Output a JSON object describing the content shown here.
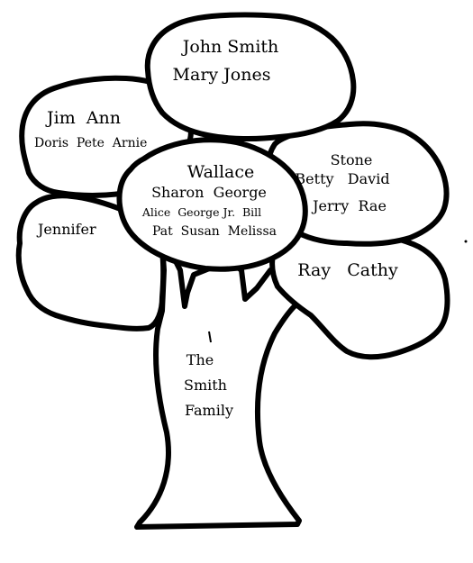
{
  "tree": {
    "title_lines": [
      "The",
      "Smith",
      "Family"
    ],
    "clusters": {
      "top": {
        "lines": [
          "John Smith",
          "Mary Jones"
        ]
      },
      "left": {
        "lines": [
          "Jim  Ann",
          "Doris  Pete  Arnie"
        ]
      },
      "center": {
        "lines": [
          "Wallace",
          "Sharon  George",
          "Alice  George Jr.  Bill",
          "Pat  Susan  Melissa"
        ]
      },
      "right": {
        "lines": [
          "Stone",
          "Betty   David",
          "Jerry  Rae"
        ]
      },
      "lower_left": {
        "lines": [
          "Jennifer"
        ]
      },
      "lower_right": {
        "lines": [
          "Ray   Cathy"
        ]
      }
    }
  }
}
